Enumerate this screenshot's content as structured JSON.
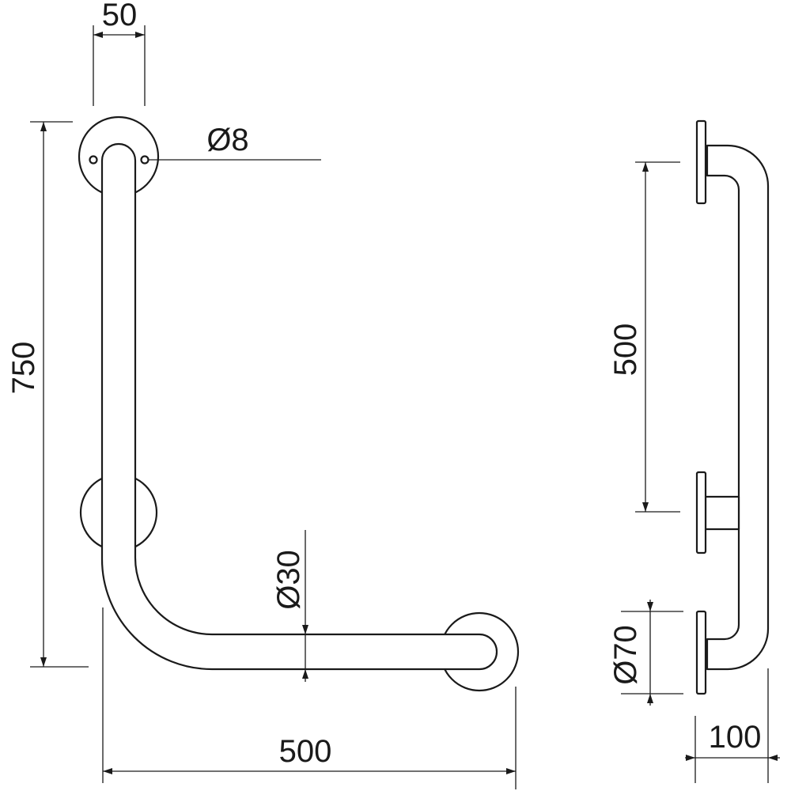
{
  "dimensions": {
    "plate_spacing_top": "50",
    "hole_diameter": "Ø8",
    "height": "750",
    "tube_diameter": "Ø30",
    "length": "500",
    "side_spacing": "500",
    "plate_diameter": "Ø70",
    "projection": "100"
  },
  "colors": {
    "line": "#1a1a1a",
    "background": "#ffffff"
  }
}
